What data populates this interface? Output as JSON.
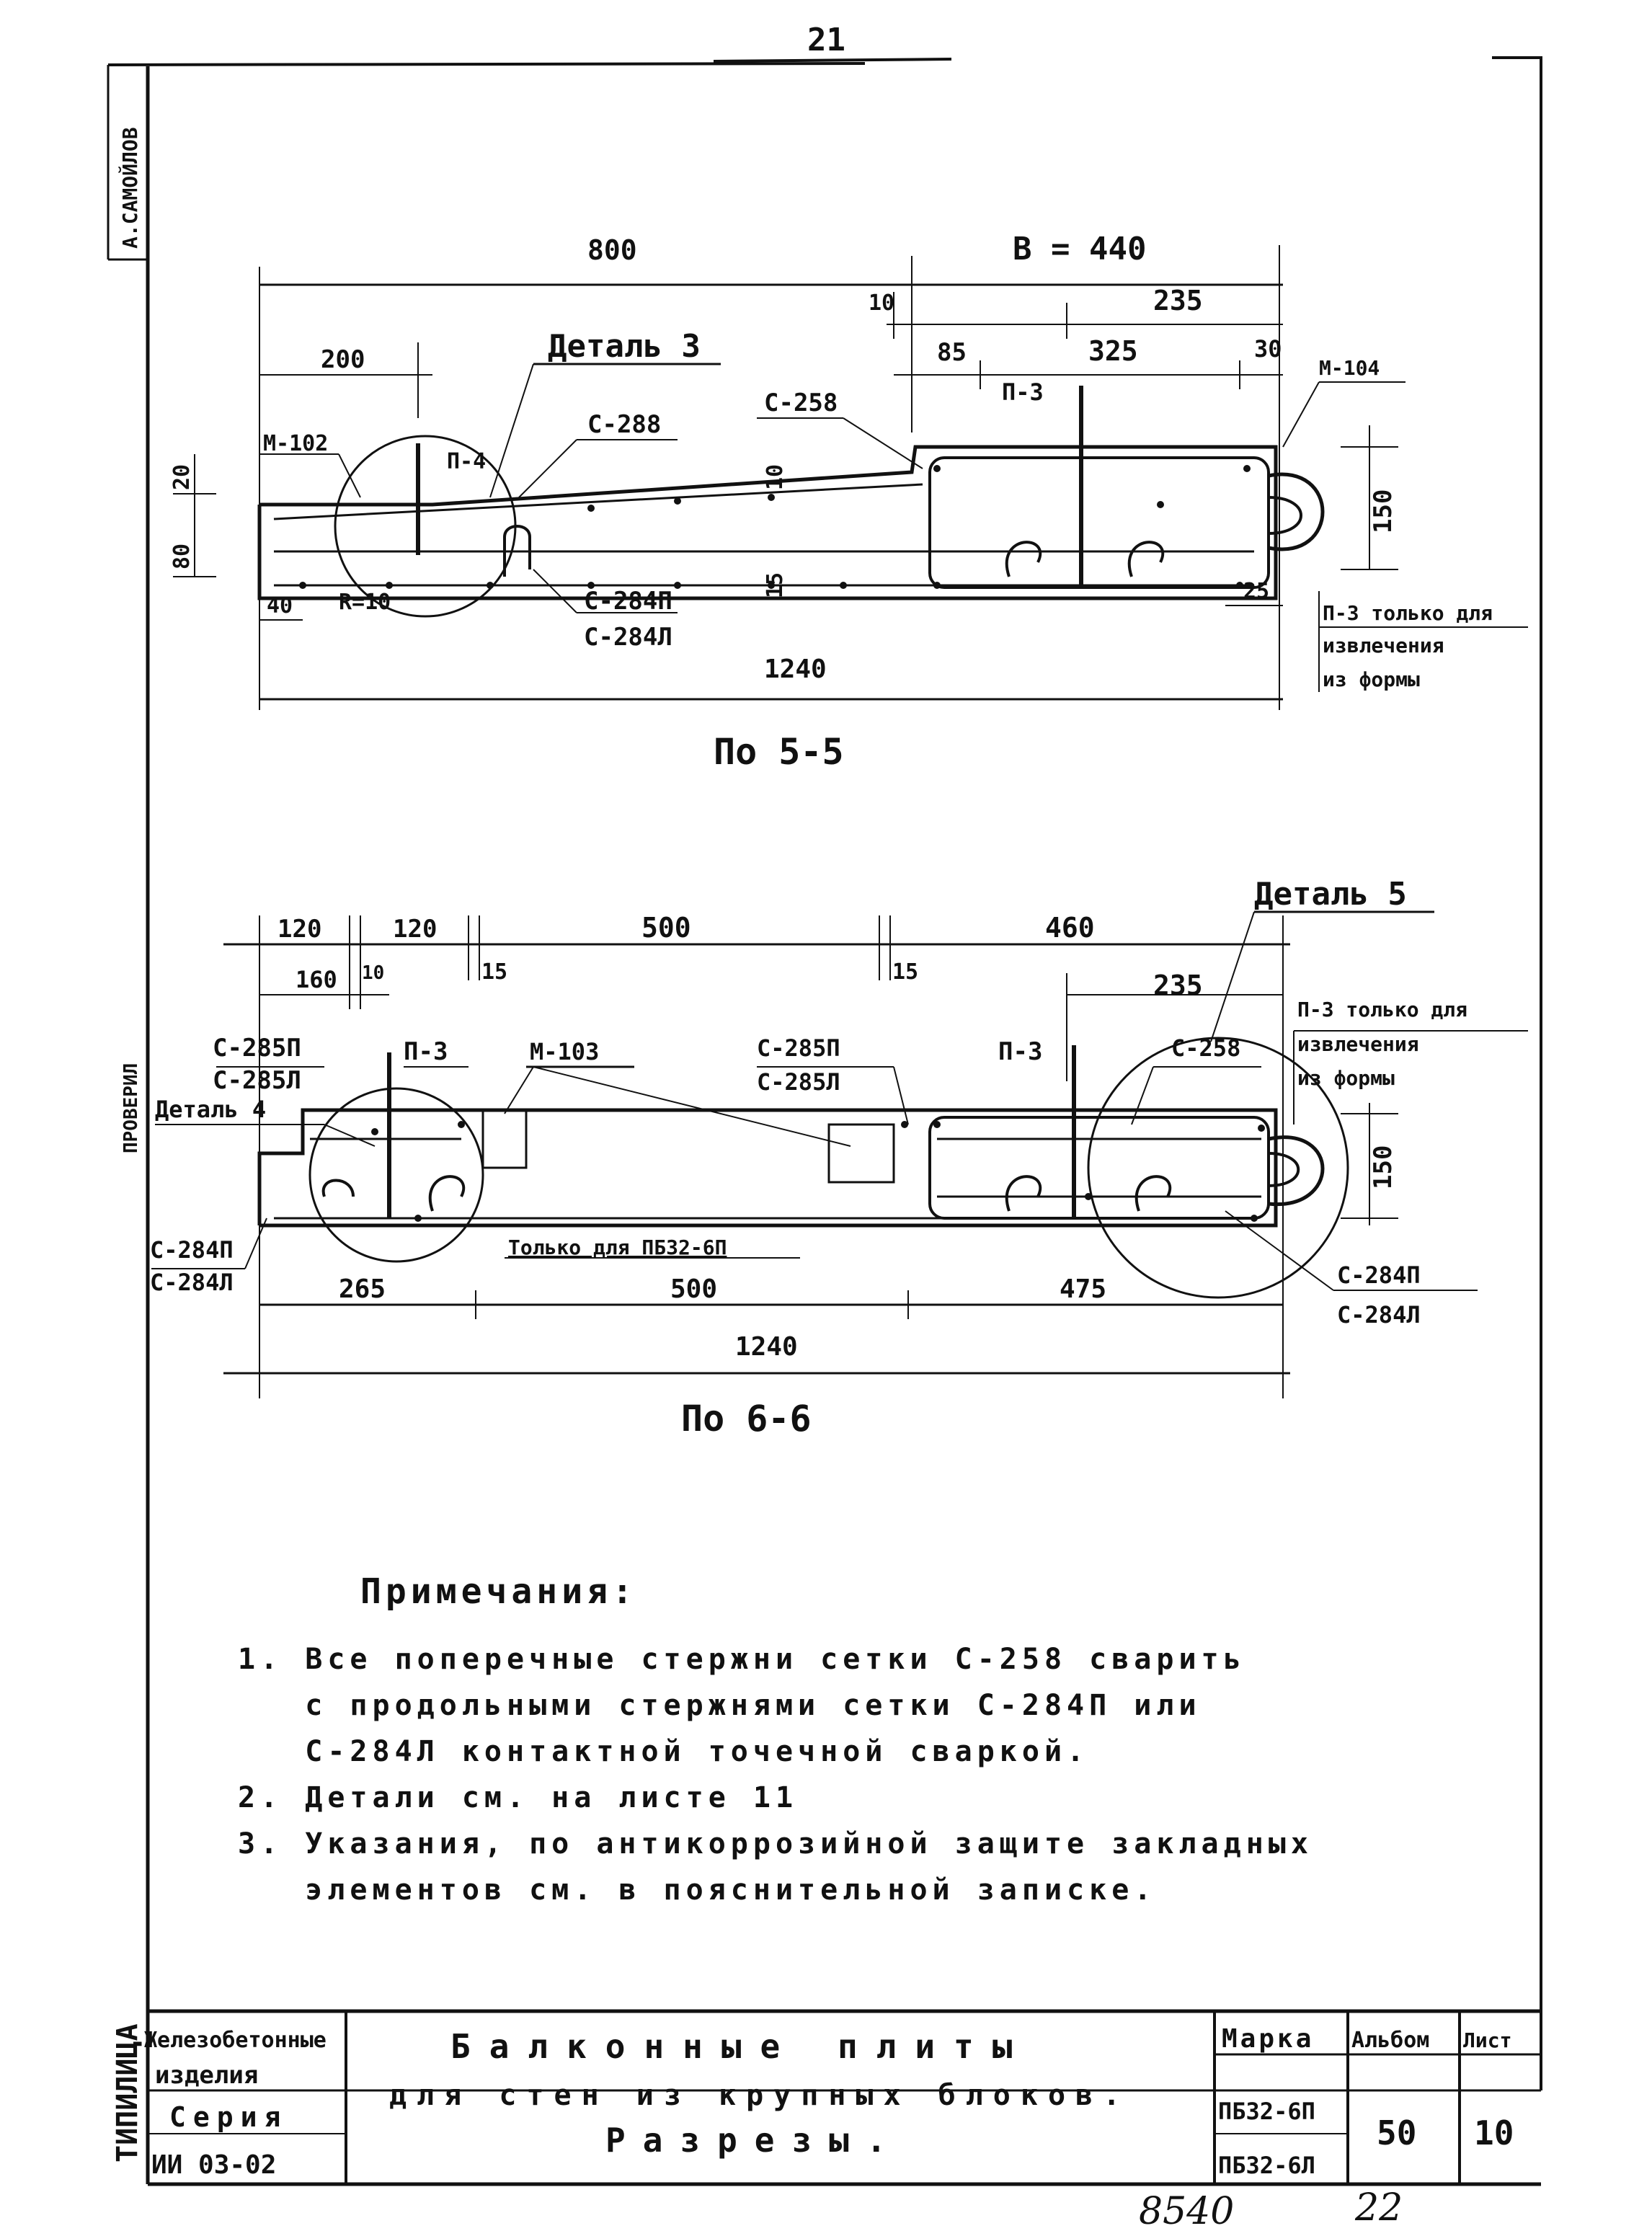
{
  "page_number_top": "21",
  "side_signature": "А.САМОЙЛОВ",
  "side_text_mid": "ПРОВЕРИЛ",
  "side_text_bottom": "ТИПИЛИЦА",
  "section1": {
    "title": "По 5-5",
    "dims": {
      "d800": "800",
      "b440": "В = 440",
      "d10": "10",
      "d235": "235",
      "d200": "200",
      "d85": "85",
      "d325": "325",
      "d30": "30",
      "d20": "20",
      "d80": "80",
      "d40": "40",
      "r10": "R=10",
      "d150": "150",
      "d1240": "1240",
      "d10v": "10",
      "d15": "15",
      "d25": "25"
    },
    "labels": {
      "detail3": "Деталь 3",
      "m102": "М-102",
      "p4": "П-4",
      "c288": "С-288",
      "c258": "С-258",
      "p3": "П-3",
      "m104": "М-104",
      "c284p": "С-284П",
      "c284l": "С-284Л",
      "p3note1": "П-3 только для",
      "p3note2": "извлечения",
      "p3note3": "из формы"
    }
  },
  "section2": {
    "title": "По 6-6",
    "dims": {
      "d120a": "120",
      "d120b": "120",
      "d500": "500",
      "d460": "460",
      "d160": "160",
      "d10": "10",
      "d15a": "15",
      "d15b": "15",
      "d235": "235",
      "d150": "150",
      "d265": "265",
      "d500b": "500",
      "d475": "475",
      "d1240": "1240"
    },
    "labels": {
      "detail5": "Деталь 5",
      "detail4": "Деталь 4",
      "c285p_a": "С-285П",
      "c285l_a": "С-285Л",
      "p3a": "П-3",
      "m103": "М-103",
      "c285p_b": "С-285П",
      "c285l_b": "С-285Л",
      "p3b": "П-3",
      "c258": "С-258",
      "p3note1": "П-3 только для",
      "p3note2": "извлечения",
      "p3note3": "из формы",
      "c284p_a": "С-284П",
      "c284l_a": "С-284Л",
      "only_for": "Только для ПБ32-6П",
      "c284p_b": "С-284П",
      "c284l_b": "С-284Л"
    }
  },
  "notes": {
    "heading": "Примечания:",
    "items": [
      "1. Все поперечные стержни сетки С-258 сварить",
      "   с продольными стержнями сетки С-284П или",
      "   С-284Л контактной точечной сваркой.",
      "2. Детали см. на листе 11",
      "3. Указания, по антикоррозийной защите закладных",
      "   элементов см. в пояснительной записке."
    ]
  },
  "title_block": {
    "cat1": "Железобетонные",
    "cat2": "изделия",
    "series_label": "Серия",
    "series_value": "ИИ 03-02",
    "title1": "Балконные плиты",
    "title2": "для стен из крупных блоков.",
    "title3": "Разрезы.",
    "marka_label": "Марка",
    "marka1": "ПБ32-6П",
    "marka2": "ПБ32-6Л",
    "album_label": "Альбом",
    "album_value": "50",
    "sheet_label": "Лист",
    "sheet_value": "10"
  },
  "handwritten_bottom_left": "8540",
  "handwritten_bottom_right": "22"
}
